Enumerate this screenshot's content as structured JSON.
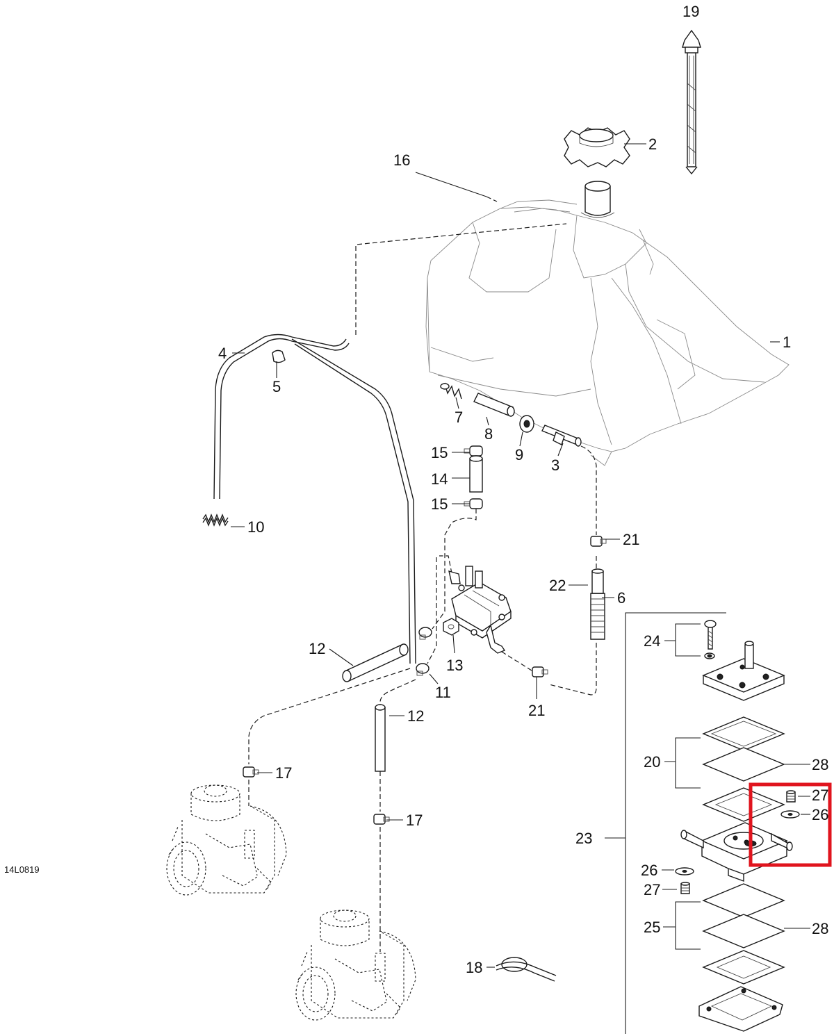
{
  "diagram": {
    "drawing_code": "14L0819",
    "highlight_color": "#e0141e",
    "callouts": [
      {
        "id": "c1",
        "text": "1"
      },
      {
        "id": "c2",
        "text": "2"
      },
      {
        "id": "c3",
        "text": "3"
      },
      {
        "id": "c4",
        "text": "4"
      },
      {
        "id": "c5",
        "text": "5"
      },
      {
        "id": "c6",
        "text": "6"
      },
      {
        "id": "c7",
        "text": "7"
      },
      {
        "id": "c8",
        "text": "8"
      },
      {
        "id": "c9",
        "text": "9"
      },
      {
        "id": "c10",
        "text": "10"
      },
      {
        "id": "c11",
        "text": "11"
      },
      {
        "id": "c12a",
        "text": "12"
      },
      {
        "id": "c12b",
        "text": "12"
      },
      {
        "id": "c13",
        "text": "13"
      },
      {
        "id": "c14",
        "text": "14"
      },
      {
        "id": "c15a",
        "text": "15"
      },
      {
        "id": "c15b",
        "text": "15"
      },
      {
        "id": "c16",
        "text": "16"
      },
      {
        "id": "c17a",
        "text": "17"
      },
      {
        "id": "c17b",
        "text": "17"
      },
      {
        "id": "c18",
        "text": "18"
      },
      {
        "id": "c19",
        "text": "19"
      },
      {
        "id": "c20",
        "text": "20"
      },
      {
        "id": "c21a",
        "text": "21"
      },
      {
        "id": "c21b",
        "text": "21"
      },
      {
        "id": "c22",
        "text": "22"
      },
      {
        "id": "c23",
        "text": "23"
      },
      {
        "id": "c24",
        "text": "24"
      },
      {
        "id": "c25",
        "text": "25"
      },
      {
        "id": "c26a",
        "text": "26"
      },
      {
        "id": "c26b",
        "text": "26"
      },
      {
        "id": "c27a",
        "text": "27"
      },
      {
        "id": "c27b",
        "text": "27"
      },
      {
        "id": "c28a",
        "text": "28"
      },
      {
        "id": "c28b",
        "text": "28"
      }
    ]
  }
}
